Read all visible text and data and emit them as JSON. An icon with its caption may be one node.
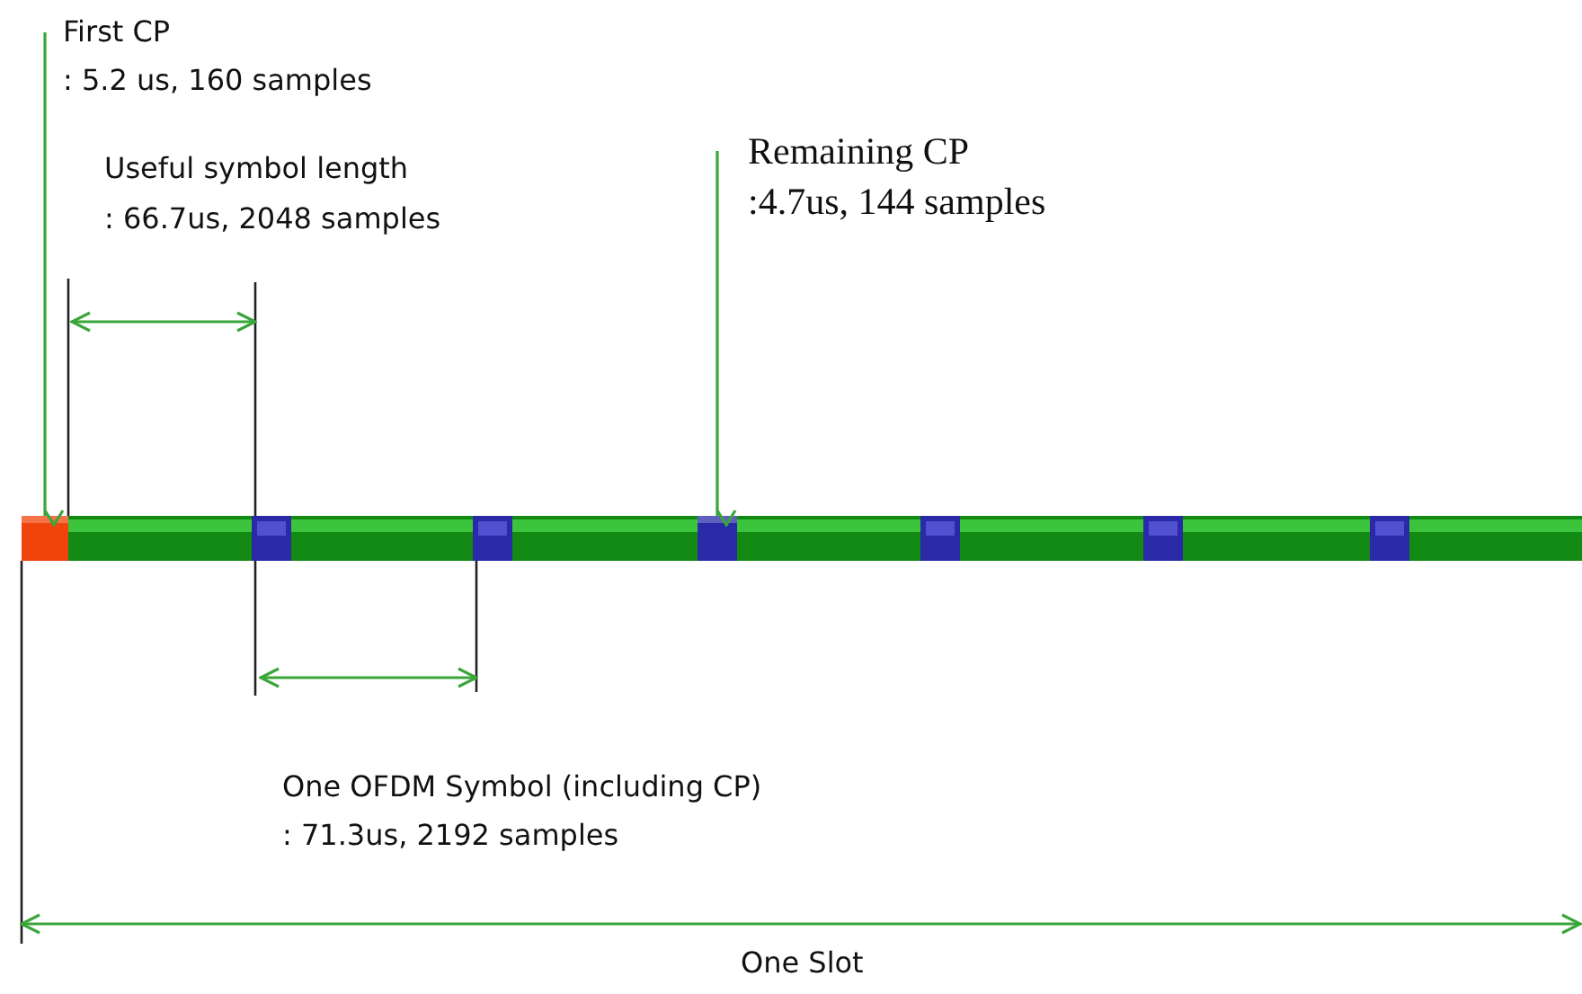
{
  "diagram": {
    "nodes": [
      {
        "text": [
          "First CP",
          ": 5.2 us, 160 samples"
        ]
      },
      {
        "text": [],
        "shape": "box"
      },
      {
        "text": [
          "Remaining CP",
          ":4.7us, 144 samples"
        ]
      },
      {
        "text": [],
        "shape": "box"
      }
    ],
    "edges": [
      {
        "from": 0,
        "to": 1,
        "arrow": "to"
      },
      {
        "from": 2,
        "to": 3,
        "arrow": "to"
      }
    ],
    "labels": [
      "Useful symbol length",
      ": 66.7us, 2048 samples",
      "One OFDM Symbol (including CP)",
      ": 71.3us, 2192 samples",
      "One Slot"
    ]
  }
}
